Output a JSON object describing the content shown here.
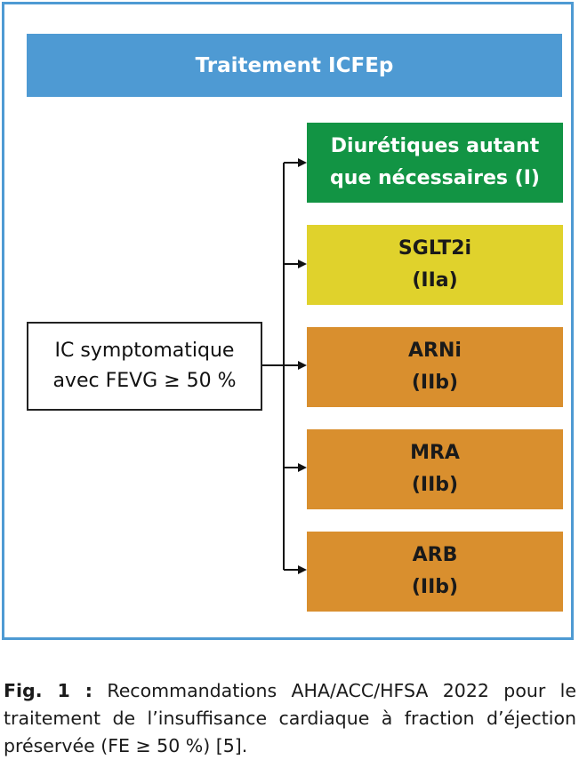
{
  "title": "Traitement ICFEp",
  "source": {
    "line1": "IC symptomatique",
    "line2": "avec FEVG ≥ 50 %"
  },
  "treatments": [
    {
      "line1": "Diurétiques autant",
      "line2": "que nécessaires (I)",
      "color": "#129444",
      "text_color": "#ffffff"
    },
    {
      "line1": "SGLT2i",
      "line2": "(IIa)",
      "color": "#e0d22c",
      "text_color": "#1a1a1a"
    },
    {
      "line1": "ARNi",
      "line2": "(IIb)",
      "color": "#d98f2e",
      "text_color": "#1a1a1a"
    },
    {
      "line1": "MRA",
      "line2": "(IIb)",
      "color": "#d98f2e",
      "text_color": "#1a1a1a"
    },
    {
      "line1": "ARB",
      "line2": "(IIb)",
      "color": "#d98f2e",
      "text_color": "#1a1a1a"
    }
  ],
  "colors": {
    "frame": "#4e9ad3",
    "title_bg": "#4e9ad3"
  },
  "caption": {
    "label": "Fig. 1 :",
    "text": "Recommandations AHA/ACC/HFSA 2022 pour le traitement de l’insuffisance cardiaque à fraction d’éjection préservée (FE ≥ 50 %) [5]."
  }
}
